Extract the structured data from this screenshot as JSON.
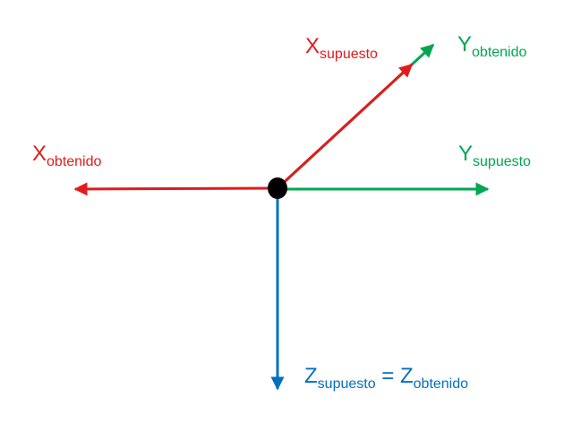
{
  "colors": {
    "x_axis": "#e31a1c",
    "y_axis": "#00a651",
    "z_axis": "#0070c0",
    "origin": "#000000",
    "background": "#ffffff"
  },
  "labels": {
    "x_assumed": {
      "letter": "X",
      "subscript": "supuesto"
    },
    "y_obtained": {
      "letter": "Y",
      "subscript": "obtenido"
    },
    "x_obtained": {
      "letter": "X",
      "subscript": "obtenido"
    },
    "y_assumed": {
      "letter": "Y",
      "subscript": "supuesto"
    },
    "z_equation": {
      "left_letter": "Z",
      "left_subscript": "supuesto",
      "equals": "=",
      "right_letter": "Z",
      "right_subscript": "obtenido"
    }
  }
}
